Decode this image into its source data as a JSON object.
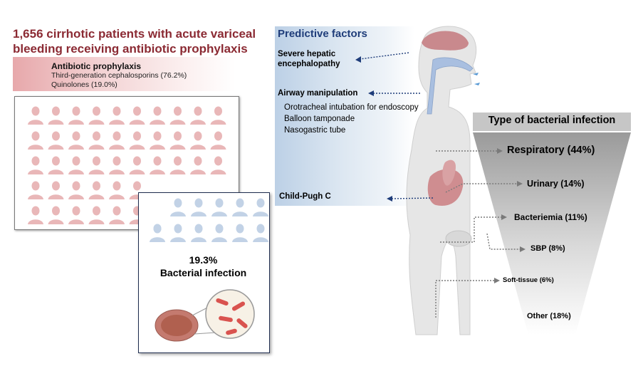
{
  "title": "1,656 cirrhotic patients with acute variceal bleeding receiving antibiotic prophylaxis",
  "antibiotic": {
    "heading": "Antibiotic prophylaxis",
    "items": [
      "Third-generation cephalosporins (76.2%)",
      "Quinolones (19.0%)"
    ]
  },
  "infection": {
    "percent": "19.3%",
    "label": "Bacterial infection"
  },
  "predictive": {
    "title": "Predictive factors",
    "factors": [
      {
        "label": "Severe hepatic encephalopathy",
        "subitems": []
      },
      {
        "label": "Airway manipulation",
        "subitems": [
          "Orotracheal intubation for endoscopy",
          "Balloon tamponade",
          "Nasogastric tube"
        ]
      },
      {
        "label": "Child-Pugh C",
        "subitems": []
      }
    ]
  },
  "infection_types": {
    "title": "Type of bacterial infection",
    "items": [
      {
        "label": "Respiratory (44%)",
        "value": 44
      },
      {
        "label": "Urinary (14%)",
        "value": 14
      },
      {
        "label": "Bacteriemia (11%)",
        "value": 11
      },
      {
        "label": "SBP (8%)",
        "value": 8
      },
      {
        "label": "Soft-tissue (6%)",
        "value": 6
      },
      {
        "label": "Other (18%)",
        "value": 18
      }
    ]
  },
  "colors": {
    "title_red": "#8b2a33",
    "predictive_blue": "#1f3d7a",
    "patient_pink": "#e9b7b8",
    "patient_blue": "#c2d2e6",
    "funnel_gray": "#9e9e9e"
  }
}
